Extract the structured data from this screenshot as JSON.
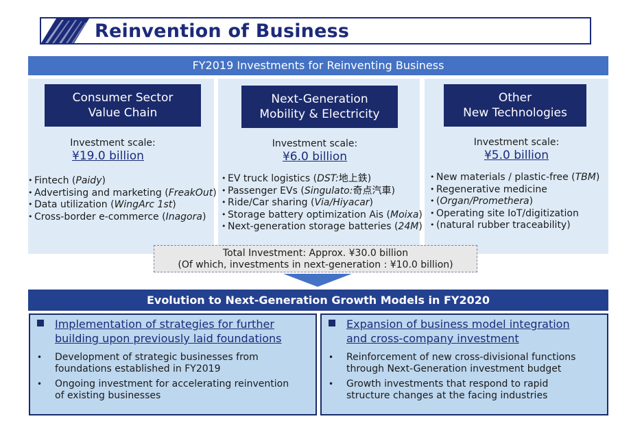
{
  "title": "Reinvention of Business",
  "fy2019_bar": "FY2019 Investments for Reinventing Business",
  "columns": [
    {
      "header_line1": "Consumer Sector",
      "header_line2": "Value Chain",
      "investment_label": "Investment scale:",
      "investment_amount": "¥19.0 billion",
      "items": [
        {
          "text": "Fintech (",
          "em": "Paidy",
          "tail": ")"
        },
        {
          "text": "Advertising and marketing (",
          "em": "FreakOut",
          "tail": ")"
        },
        {
          "text": "Data utilization (",
          "em": "WingArc 1st",
          "tail": ")"
        },
        {
          "text": "Cross-border e-commerce (",
          "em": "Inagora",
          "tail": ")"
        }
      ]
    },
    {
      "header_line1": "Next-Generation",
      "header_line2": "Mobility & Electricity",
      "investment_label": "Investment scale:",
      "investment_amount": "¥6.0 billion",
      "items": [
        {
          "text": "EV truck logistics (",
          "em": "DST:",
          "tail": "地上鉄)"
        },
        {
          "text": "Passenger EVs (",
          "em": "Singulato:",
          "tail": "奇点汽車)"
        },
        {
          "text": "Ride/Car sharing (",
          "em": "Via/Hiyacar",
          "tail": ")"
        },
        {
          "text": "Storage battery optimization Ais (",
          "em": "Moixa",
          "tail": ")"
        },
        {
          "text": "Next-generation storage batteries (",
          "em": "24M",
          "tail": ")"
        }
      ]
    },
    {
      "header_line1": "Other",
      "header_line2": "New Technologies",
      "investment_label": "Investment scale:",
      "investment_amount": "¥5.0 billion",
      "items": [
        {
          "text": "New materials / plastic-free (",
          "em": "TBM",
          "tail": ")"
        },
        {
          "text": "Regenerative medicine",
          "em": "",
          "tail": ""
        },
        {
          "text": "(",
          "em": "Organ/Promethera",
          "tail": ")",
          "continuation": true
        },
        {
          "text": "Operating site IoT/digitization",
          "em": "",
          "tail": ""
        },
        {
          "text": "(natural rubber traceability)",
          "em": "",
          "tail": "",
          "continuation": true
        }
      ]
    }
  ],
  "total": {
    "line1": "Total Investment: Approx. ¥30.0 billion",
    "line2": "(Of which, investments in next-generation : ¥10.0 billion)"
  },
  "evolution_bar": "Evolution to Next-Generation Growth Models in FY2020",
  "bottom": [
    {
      "head_line1": "Implementation of strategies for further",
      "head_line2": "building upon previously laid foundations",
      "bullets": [
        "Development of strategic businesses from foundations established in FY2019",
        "Ongoing investment for accelerating reinvention of existing businesses"
      ]
    },
    {
      "head_line1": "Expansion of business model integration",
      "head_line2": "and cross-company investment",
      "bullets": [
        "Reinforcement of new cross-divisional functions through Next-Generation investment budget",
        "Growth investments that respond to rapid structure changes at the facing industries"
      ]
    }
  ],
  "colors": {
    "navy": "#1b2a6b",
    "title_blue": "#1b2a7a",
    "bar_blue": "#4472c4",
    "light_blue": "#deebf7",
    "bottom_blue": "#bdd7ee"
  }
}
